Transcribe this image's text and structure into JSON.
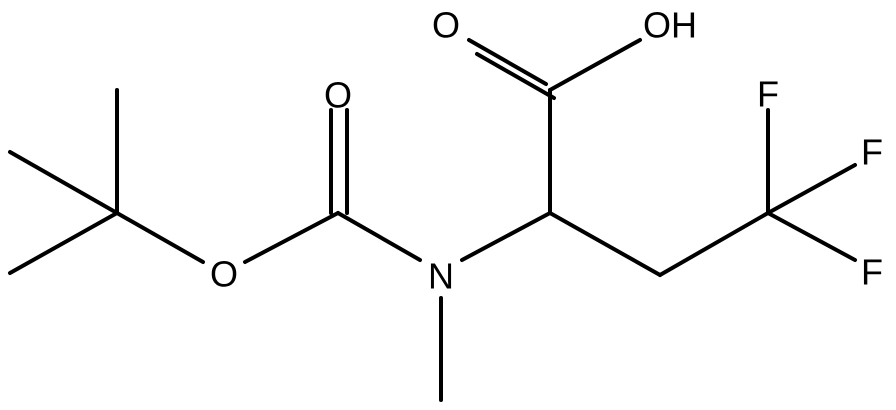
{
  "structure": {
    "atoms": {
      "carbonyl_o_boc": "O",
      "ester_o": "O",
      "amide_n": "N",
      "acid_carbonyl_o": "O",
      "acid_oh": "OH",
      "fluorine_1": "F",
      "fluorine_2": "F",
      "fluorine_3": "F"
    }
  },
  "colors": {
    "bond": "#000000",
    "label": "#000000",
    "background": "#ffffff"
  }
}
